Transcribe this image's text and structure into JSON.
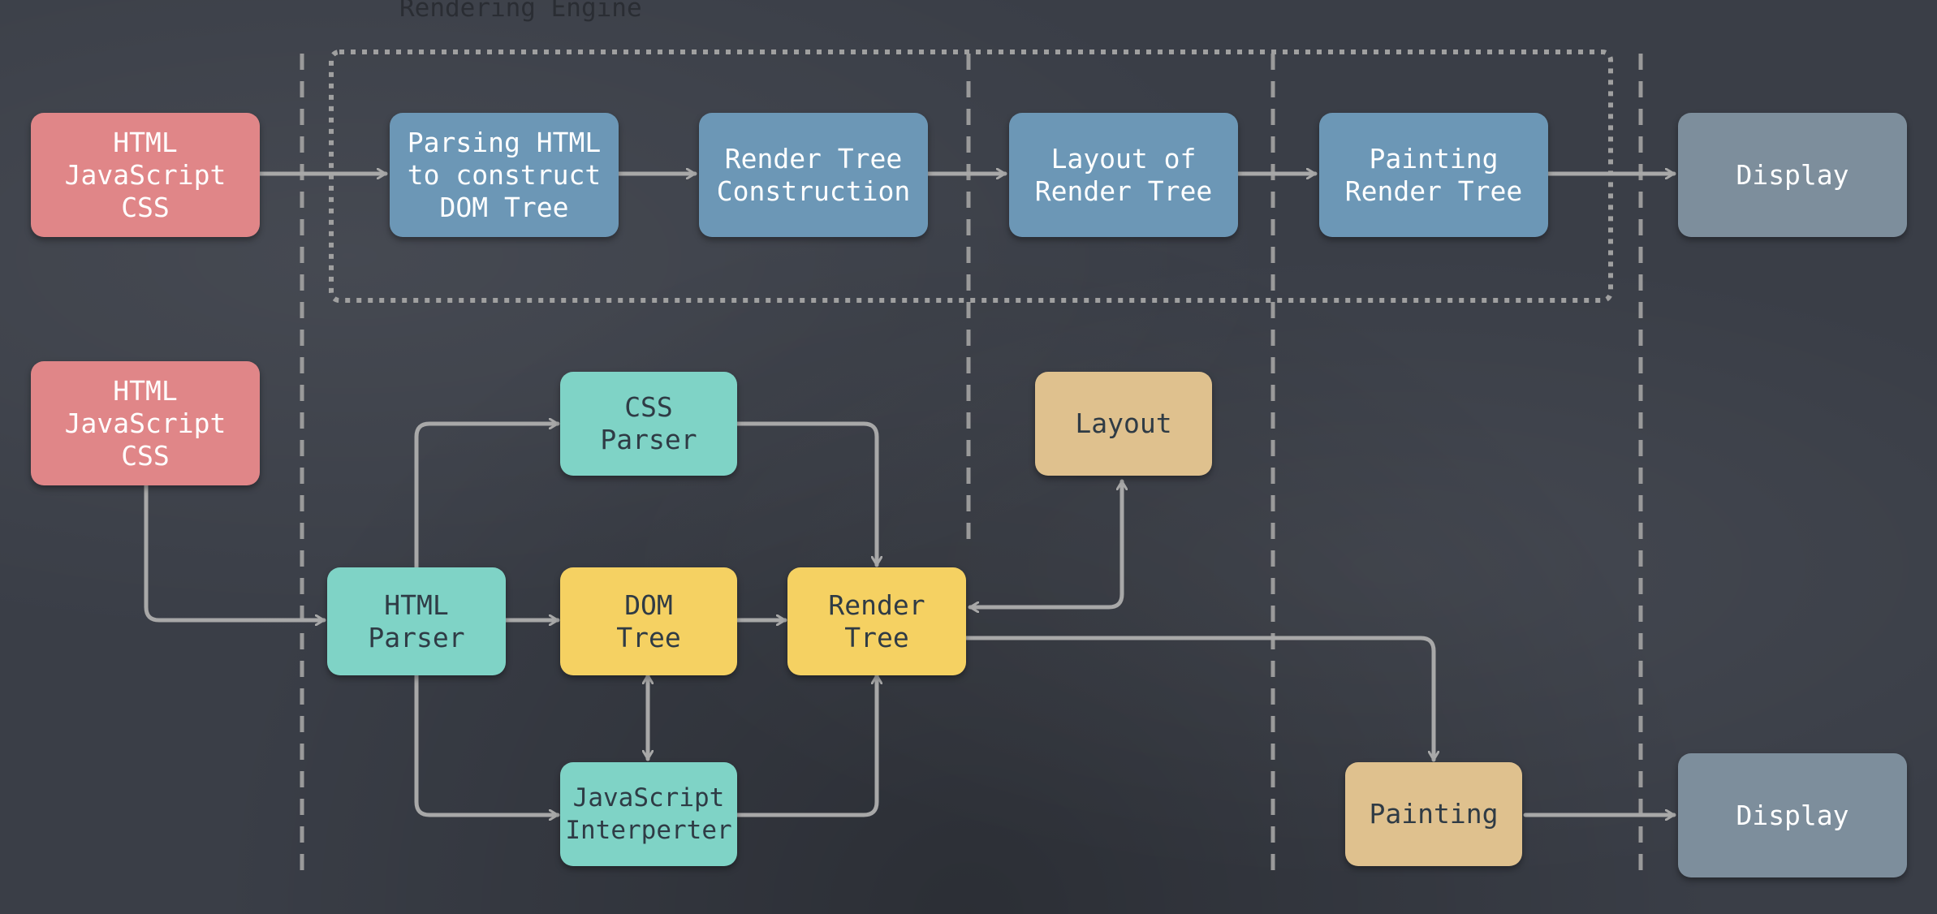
{
  "title": "Rendering Engine",
  "colors": {
    "background": "#3a3e47",
    "input": "#e08688",
    "engine_step": "#6c97b6",
    "display": "#7d8e9c",
    "parser": "#7fd3c6",
    "tree": "#f5d162",
    "process": "#dfc18e",
    "connector": "#a8a8a8"
  },
  "top_flow": {
    "input": "HTML\nJavaScript\nCSS",
    "step1": "Parsing HTML\nto construct\nDOM Tree",
    "step2": "Render Tree\nConstruction",
    "step3": "Layout of\nRender Tree",
    "step4": "Painting\nRender Tree",
    "display": "Display"
  },
  "bottom_flow": {
    "input": "HTML\nJavaScript\nCSS",
    "css_parser": "CSS\nParser",
    "html_parser": "HTML\nParser",
    "dom_tree": "DOM\nTree",
    "render_tree": "Render\nTree",
    "js_interpreter": "JavaScript\nInterperter",
    "layout": "Layout",
    "painting": "Painting",
    "display": "Display"
  }
}
